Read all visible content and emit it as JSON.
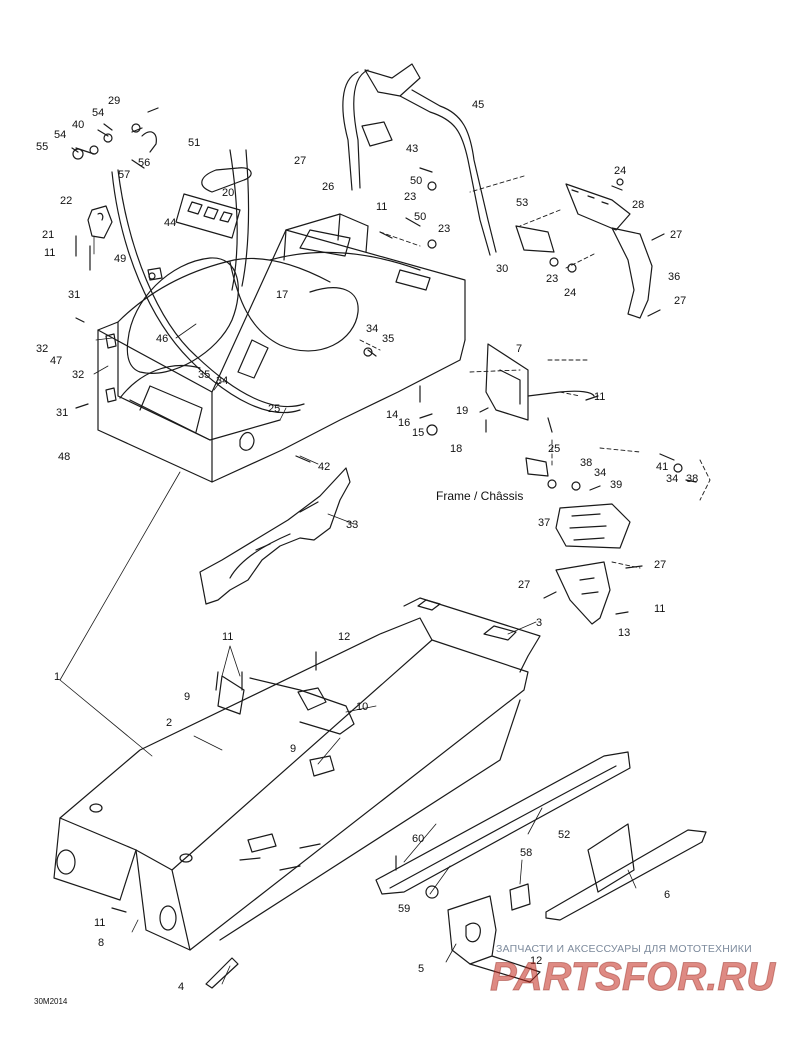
{
  "diagram": {
    "caption": "Frame / Châssis",
    "doc_code": "30M2014",
    "watermark": {
      "line1": "ЗАПЧАСТИ И АКСЕССУАРЫ ДЛЯ МОТОТЕХНИКИ",
      "line2": "PARTSFOR.RU"
    },
    "callouts": [
      "29",
      "54",
      "40",
      "54",
      "55",
      "56",
      "57",
      "51",
      "27",
      "20",
      "26",
      "22",
      "21",
      "11",
      "44",
      "49",
      "17",
      "11",
      "50",
      "23",
      "43",
      "45",
      "50",
      "23",
      "24",
      "53",
      "28",
      "27",
      "36",
      "30",
      "23",
      "24",
      "27",
      "31",
      "32",
      "47",
      "32",
      "31",
      "46",
      "35",
      "34",
      "34",
      "35",
      "25",
      "48",
      "42",
      "33",
      "7",
      "11",
      "14",
      "16",
      "15",
      "19",
      "18",
      "25",
      "38",
      "34",
      "39",
      "41",
      "34",
      "38",
      "37",
      "27",
      "27",
      "11",
      "13",
      "11",
      "12",
      "3",
      "9",
      "10",
      "9",
      "1",
      "2",
      "60",
      "52",
      "58",
      "59",
      "6",
      "11",
      "8",
      "4",
      "5",
      "12"
    ]
  }
}
